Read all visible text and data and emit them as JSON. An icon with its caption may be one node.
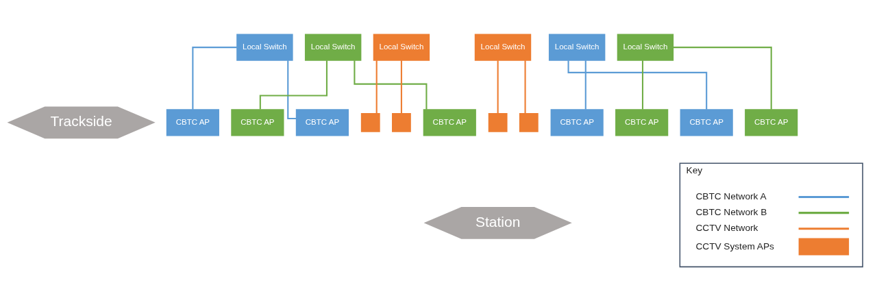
{
  "diagram": {
    "nodes": [
      {
        "text": [
          "Trackside"
        ]
      },
      {
        "text": [
          "Local Switch"
        ]
      },
      {
        "text": [
          "Local Switch"
        ]
      },
      {
        "text": [
          "Local Switch"
        ]
      },
      {
        "text": [
          "Local Switch"
        ]
      },
      {
        "text": [
          "Local Switch"
        ]
      },
      {
        "text": [
          "Local Switch"
        ]
      },
      {
        "text": [
          "CBTC AP"
        ]
      },
      {
        "text": [
          "CBTC AP"
        ]
      },
      {
        "text": [
          "CBTC AP"
        ]
      },
      {
        "text": [],
        "shape": "box"
      },
      {
        "text": [],
        "shape": "box"
      },
      {
        "text": [
          "CBTC AP"
        ]
      },
      {
        "text": [],
        "shape": "box"
      },
      {
        "text": [],
        "shape": "box"
      },
      {
        "text": [
          "CBTC AP"
        ]
      },
      {
        "text": [
          "CBTC AP"
        ]
      },
      {
        "text": [
          "CBTC AP"
        ]
      },
      {
        "text": [
          "CBTC AP"
        ]
      },
      {
        "text": [
          "Station"
        ]
      },
      {
        "text": [
          "Key"
        ]
      }
    ],
    "edges": [
      {
        "from": 1,
        "to": 7,
        "arrow": "none",
        "color": "#5b9bd5"
      },
      {
        "from": 1,
        "to": 9,
        "arrow": "none",
        "color": "#5b9bd5"
      },
      {
        "from": 2,
        "to": 8,
        "arrow": "none",
        "color": "#70ad47"
      },
      {
        "from": 2,
        "to": 12,
        "arrow": "none",
        "color": "#70ad47"
      },
      {
        "from": 3,
        "to": 10,
        "arrow": "none",
        "color": "#ed7d31"
      },
      {
        "from": 3,
        "to": 11,
        "arrow": "none",
        "color": "#ed7d31"
      },
      {
        "from": 4,
        "to": 13,
        "arrow": "none",
        "color": "#ed7d31"
      },
      {
        "from": 4,
        "to": 14,
        "arrow": "none",
        "color": "#ed7d31"
      },
      {
        "from": 5,
        "to": 15,
        "arrow": "none",
        "color": "#5b9bd5"
      },
      {
        "from": 5,
        "to": 17,
        "arrow": "none",
        "color": "#5b9bd5"
      },
      {
        "from": 6,
        "to": 16,
        "arrow": "none",
        "color": "#70ad47"
      },
      {
        "from": 6,
        "to": 18,
        "arrow": "none",
        "color": "#70ad47"
      }
    ],
    "legend": [
      {
        "text": "CBTC Network A"
      },
      {
        "text": "CBTC Network B"
      },
      {
        "text": "CCTV Network"
      },
      {
        "text": "CCTV System APs",
        "color": "#ed7d31"
      }
    ]
  }
}
